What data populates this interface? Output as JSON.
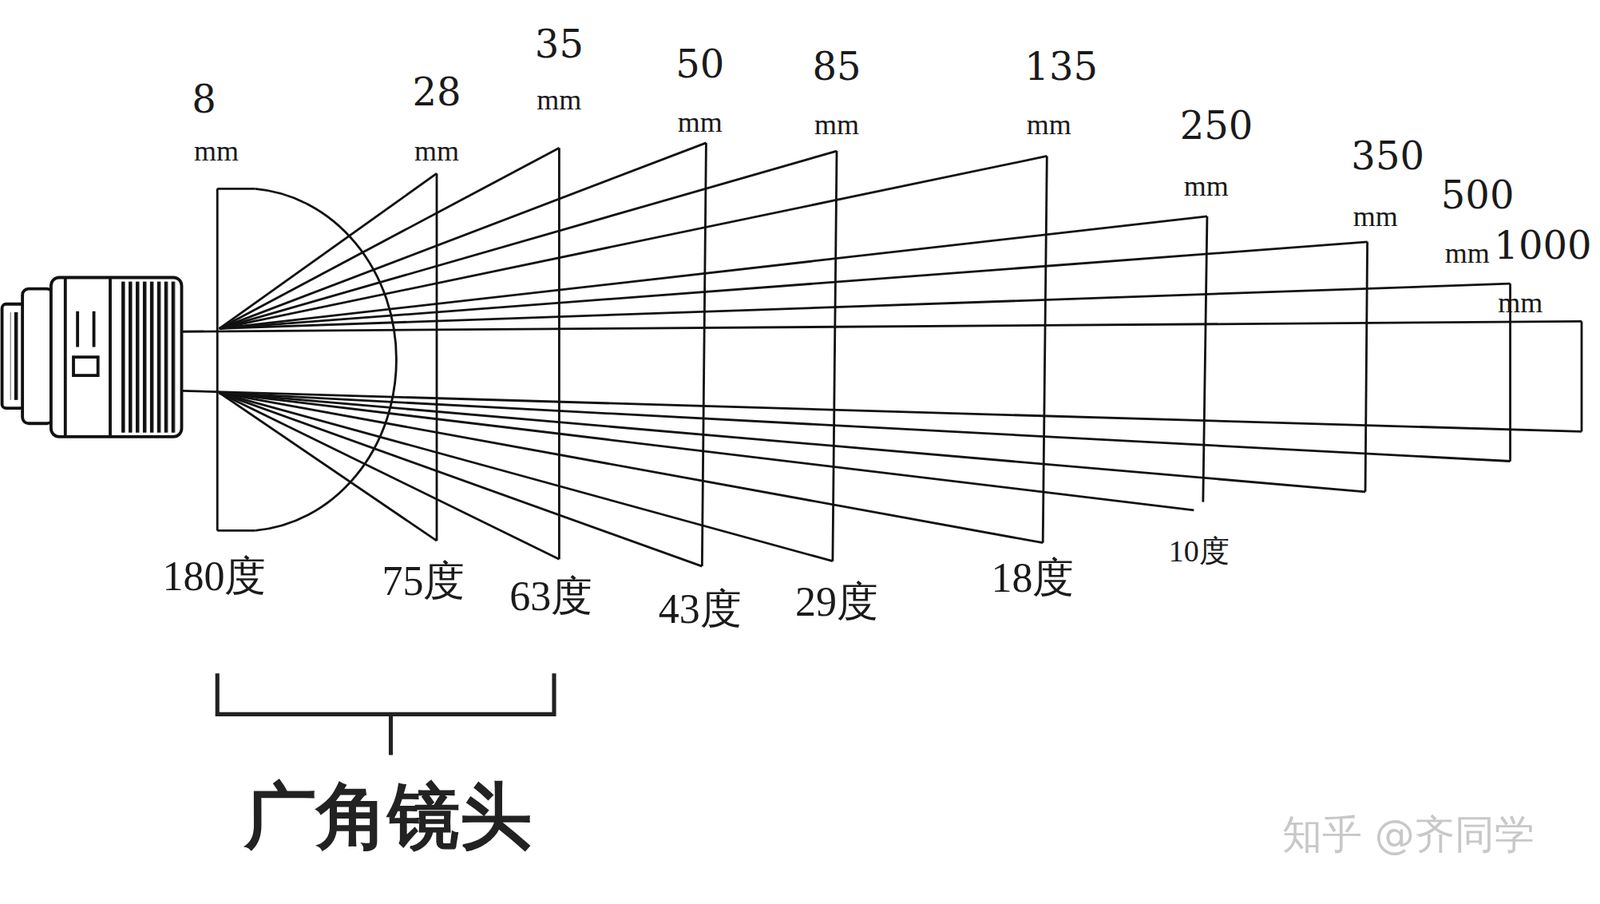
{
  "diagram": {
    "labels": [
      "8",
      "mm",
      "28",
      "mm",
      "35",
      "mm",
      "50",
      "mm",
      "85",
      "mm",
      "135",
      "mm",
      "250",
      "mm",
      "350",
      "mm",
      "500",
      "mm",
      "1000",
      "mm",
      "180度",
      "75度",
      "63度",
      "43度",
      "29度",
      "18度",
      "10度",
      "广角镜头",
      "知乎 @齐同学"
    ]
  }
}
